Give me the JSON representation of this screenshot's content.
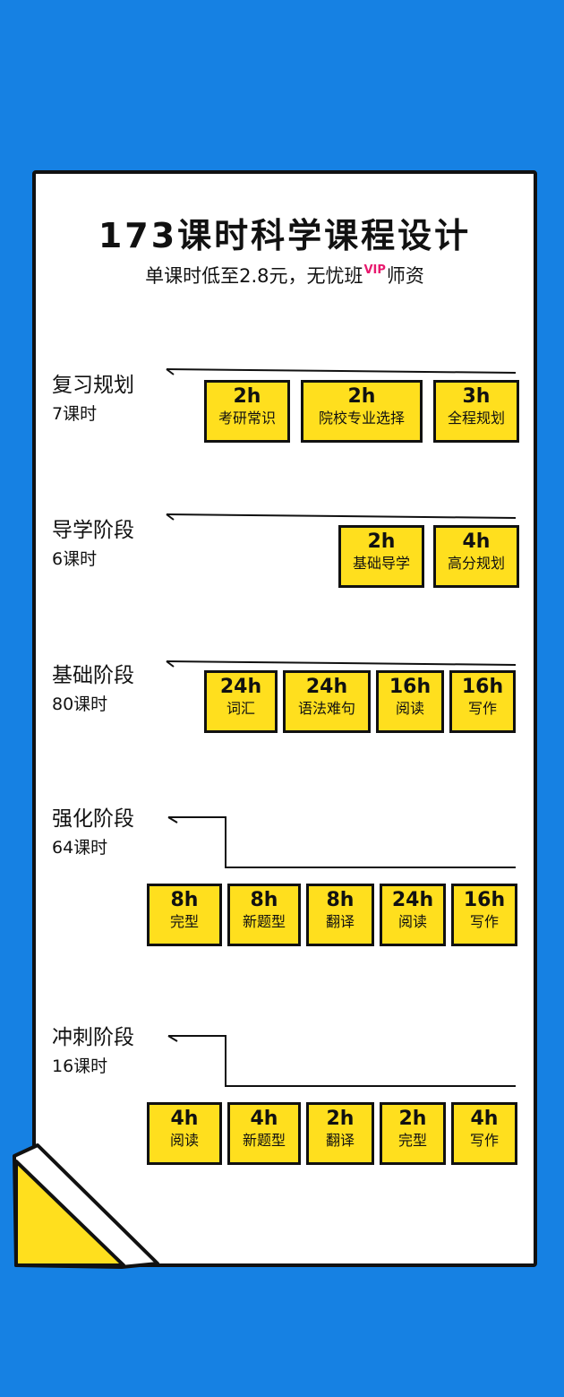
{
  "title": "173课时科学课程设计",
  "subtitle": {
    "prefix": "单课时低至2.8元，无忧班",
    "vip": "VIP",
    "suffix": "师资"
  },
  "colors": {
    "background": "#1681e3",
    "box": "#ffdf1e",
    "vip": "#e8196e",
    "ink": "#111111"
  },
  "stages": [
    {
      "name": "复习规划",
      "hours": "7课时",
      "items": [
        {
          "h": "2h",
          "label": "考研常识"
        },
        {
          "h": "2h",
          "label": "院校专业选择"
        },
        {
          "h": "3h",
          "label": "全程规划"
        }
      ]
    },
    {
      "name": "导学阶段",
      "hours": "6课时",
      "items": [
        {
          "h": "2h",
          "label": "基础导学"
        },
        {
          "h": "4h",
          "label": "高分规划"
        }
      ]
    },
    {
      "name": "基础阶段",
      "hours": "80课时",
      "items": [
        {
          "h": "24h",
          "label": "词汇"
        },
        {
          "h": "24h",
          "label": "语法难句"
        },
        {
          "h": "16h",
          "label": "阅读"
        },
        {
          "h": "16h",
          "label": "写作"
        }
      ]
    },
    {
      "name": "强化阶段",
      "hours": "64课时",
      "items": [
        {
          "h": "8h",
          "label": "完型"
        },
        {
          "h": "8h",
          "label": "新题型"
        },
        {
          "h": "8h",
          "label": "翻译"
        },
        {
          "h": "24h",
          "label": "阅读"
        },
        {
          "h": "16h",
          "label": "写作"
        }
      ]
    },
    {
      "name": "冲刺阶段",
      "hours": "16课时",
      "items": [
        {
          "h": "4h",
          "label": "阅读"
        },
        {
          "h": "4h",
          "label": "新题型"
        },
        {
          "h": "2h",
          "label": "翻译"
        },
        {
          "h": "2h",
          "label": "完型"
        },
        {
          "h": "4h",
          "label": "写作"
        }
      ]
    }
  ]
}
